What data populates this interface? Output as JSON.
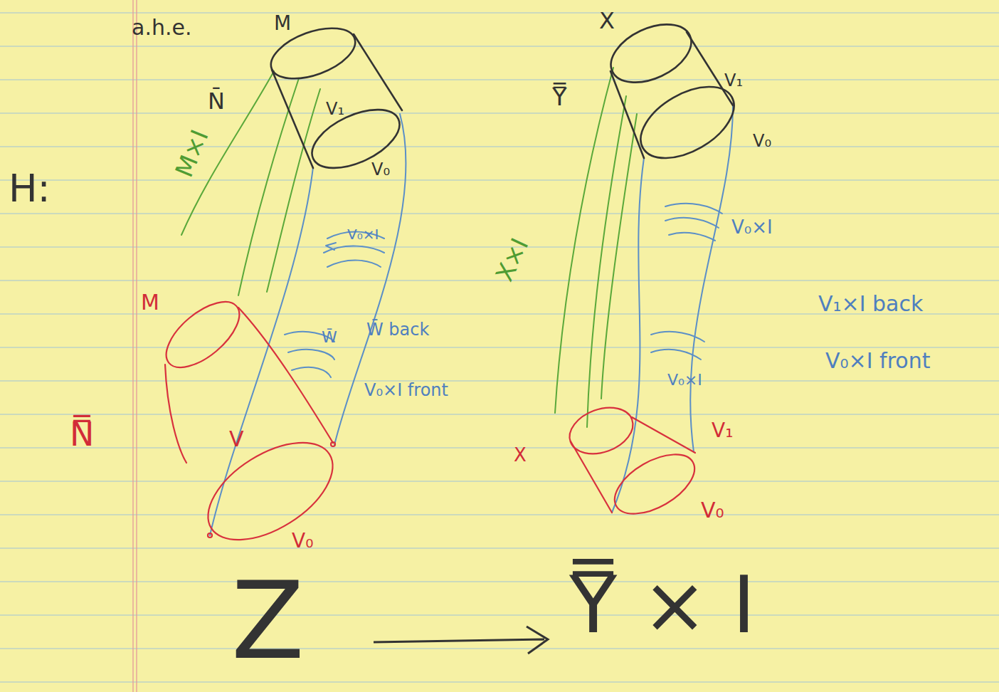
{
  "diagram": {
    "labels": [
      "a.h.e.",
      "H:",
      "M",
      "N̄",
      "V₁",
      "V₀",
      "M×I",
      "V₀×I",
      "M",
      "V",
      "V₀",
      "N̿",
      "W̄",
      "W̄ back",
      "V₀×I front",
      "X",
      "Y̿",
      "V₁",
      "V₀",
      "V₀×I",
      "X×I",
      "V₁×I back",
      "V₀×I front",
      "V₀×I",
      "X",
      "V₁",
      "V₀",
      "Z",
      "Y̿ × I"
    ]
  }
}
